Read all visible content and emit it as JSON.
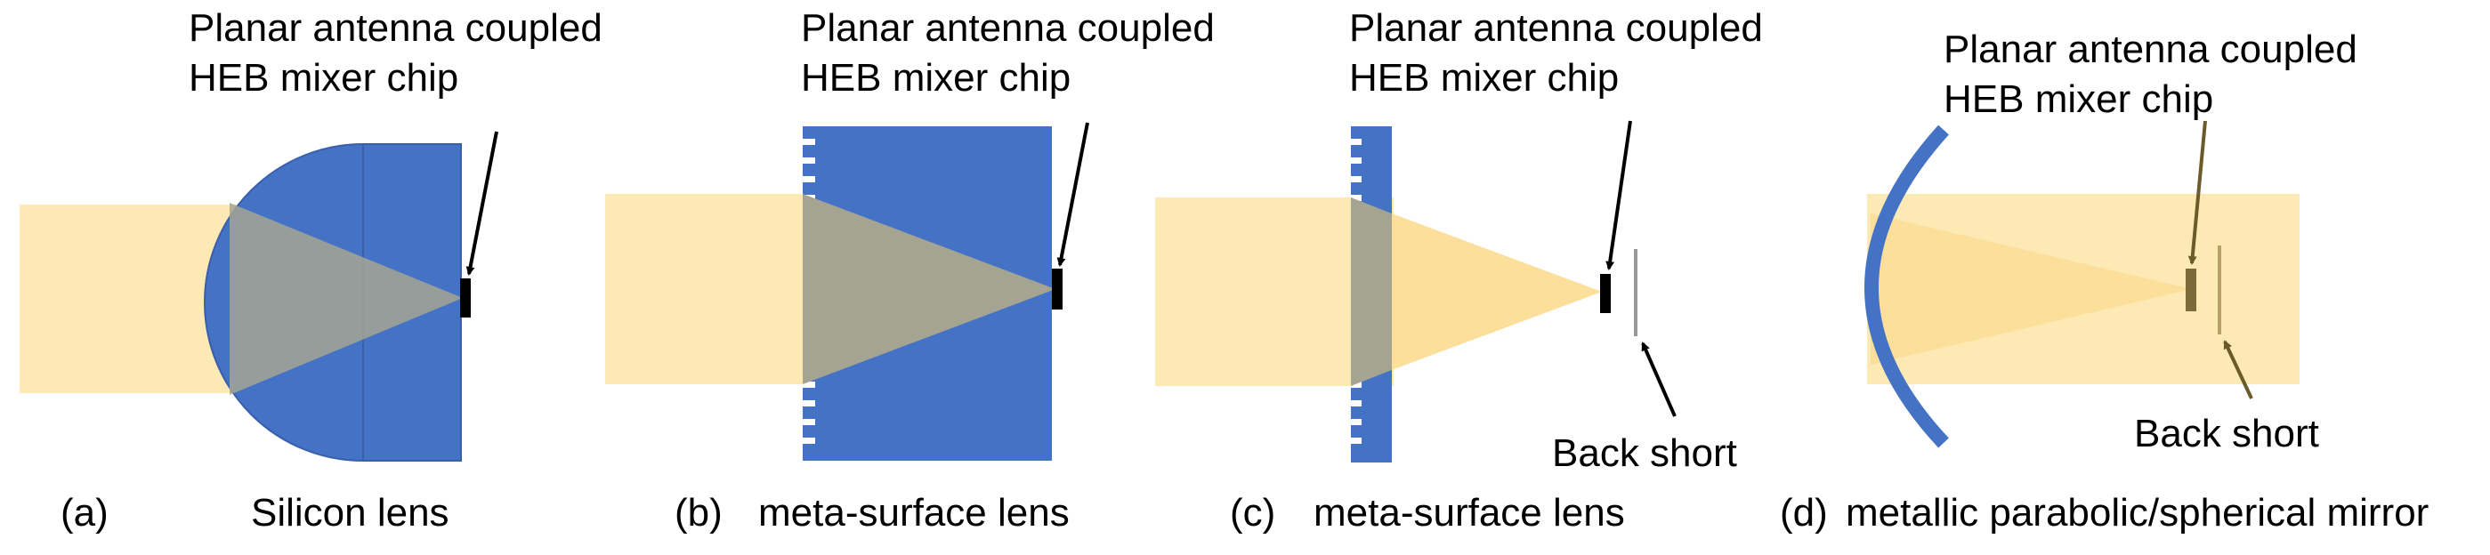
{
  "colors": {
    "beam": "#fde9b3",
    "lens_blue": "#4472c4",
    "cone_on_blue": "#a5a493",
    "cone_in_air": "#fcdf9b",
    "chip": "#000000",
    "back_short": "#999999",
    "chip_in_beam": "#7d6a3a"
  },
  "panels": [
    {
      "id": "a",
      "chip_label": [
        "Planar antenna coupled",
        "HEB mixer chip"
      ],
      "letter": "(a)",
      "caption": "Silicon lens",
      "element": "silicon-lens"
    },
    {
      "id": "b",
      "chip_label": [
        "Planar antenna coupled",
        "HEB mixer chip"
      ],
      "letter": "(b)",
      "caption": "meta-surface lens",
      "element": "meta-surface-lens"
    },
    {
      "id": "c",
      "chip_label": [
        "Planar antenna coupled",
        "HEB mixer chip"
      ],
      "letter": "(c)",
      "caption": "meta-surface lens",
      "back_short_label": "Back short",
      "element": "meta-surface-lens"
    },
    {
      "id": "d",
      "chip_label": [
        "Planar antenna coupled",
        "HEB mixer chip"
      ],
      "letter": "(d)",
      "caption": "metallic parabolic/spherical mirror",
      "back_short_label": "Back short",
      "element": "mirror"
    }
  ]
}
